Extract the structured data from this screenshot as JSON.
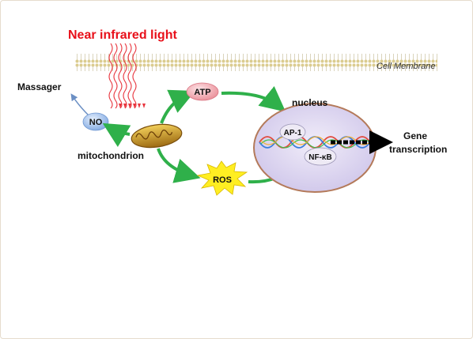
{
  "labels": {
    "light": "Near infrared light",
    "membrane": "Cell Membrane",
    "massager": "Massager",
    "no": "NO",
    "atp": "ATP",
    "nucleus": "nucleus",
    "ap1": "AP-1",
    "nfkb": "NF-κB",
    "gene_line1": "Gene",
    "gene_line2": "transcription",
    "mitochondrion": "mitochondrion",
    "ros": "ROS"
  },
  "colors": {
    "light_label": "#e8101a",
    "light_rays": "#e8333c",
    "arrow_green": "#2fb04a",
    "membrane": "#d8cfa0",
    "nucleus_fill": "#ddd6f0",
    "nucleus_stroke": "#b47a5a",
    "no_fill": "#a9c6ee",
    "atp_fill": "#f3a8b0",
    "ros_fill": "#ffee22",
    "mito_outer": "#c9a227"
  }
}
